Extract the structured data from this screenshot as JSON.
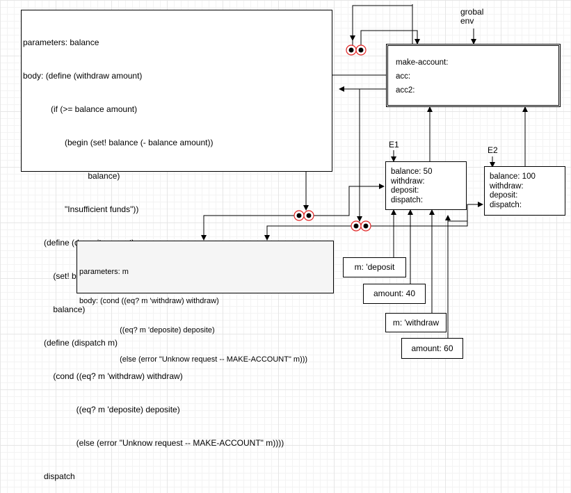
{
  "procedure_1": {
    "lines": [
      "parameters: balance",
      "body: (define (withdraw amount)",
      "            (if (>= balance amount)",
      "                  (begin (set! balance (- balance amount))",
      "                            balance)",
      "                  \"Insufficient funds\"))",
      "         (define (deposit amount)",
      "             (set! balance (+ balance amount))",
      "             balance)",
      "         (define (dispatch m)",
      "             (cond ((eq? m 'withdraw) withdraw)",
      "                       ((eq? m 'deposite) deposite)",
      "                       (else (error \"Unknow request -- MAKE-ACCOUNT\" m))))",
      "         dispatch"
    ]
  },
  "procedure_2": {
    "lines": [
      "parameters: m",
      "body: (cond ((eq? m 'withdraw) withdraw)",
      "                   ((eq? m 'deposite) deposite)",
      "                   (else (error \"Unknow request -- MAKE-ACCOUNT\" m)))"
    ]
  },
  "global_env": {
    "label_line1": "grobal",
    "label_line2": "env",
    "bindings": [
      "make-account:",
      "acc:",
      "acc2:"
    ]
  },
  "env_e1": {
    "label": "E1",
    "bindings": [
      "balance: 50",
      "withdraw:",
      "deposit:",
      "dispatch:"
    ]
  },
  "env_e2": {
    "label": "E2",
    "bindings": [
      "balance: 100",
      "withdraw:",
      "deposit:",
      "dispatch:"
    ]
  },
  "frames": {
    "deposit_m": "m: 'deposit",
    "amount_40": "amount: 40",
    "withdraw_m": "m: 'withdraw",
    "amount_60": "amount: 60"
  },
  "colors": {
    "line": "#000000",
    "closure_dot_ring": "#e02020",
    "closure_dot_fill": "#000000",
    "procedure_2_fill": "#f5f5f5"
  }
}
